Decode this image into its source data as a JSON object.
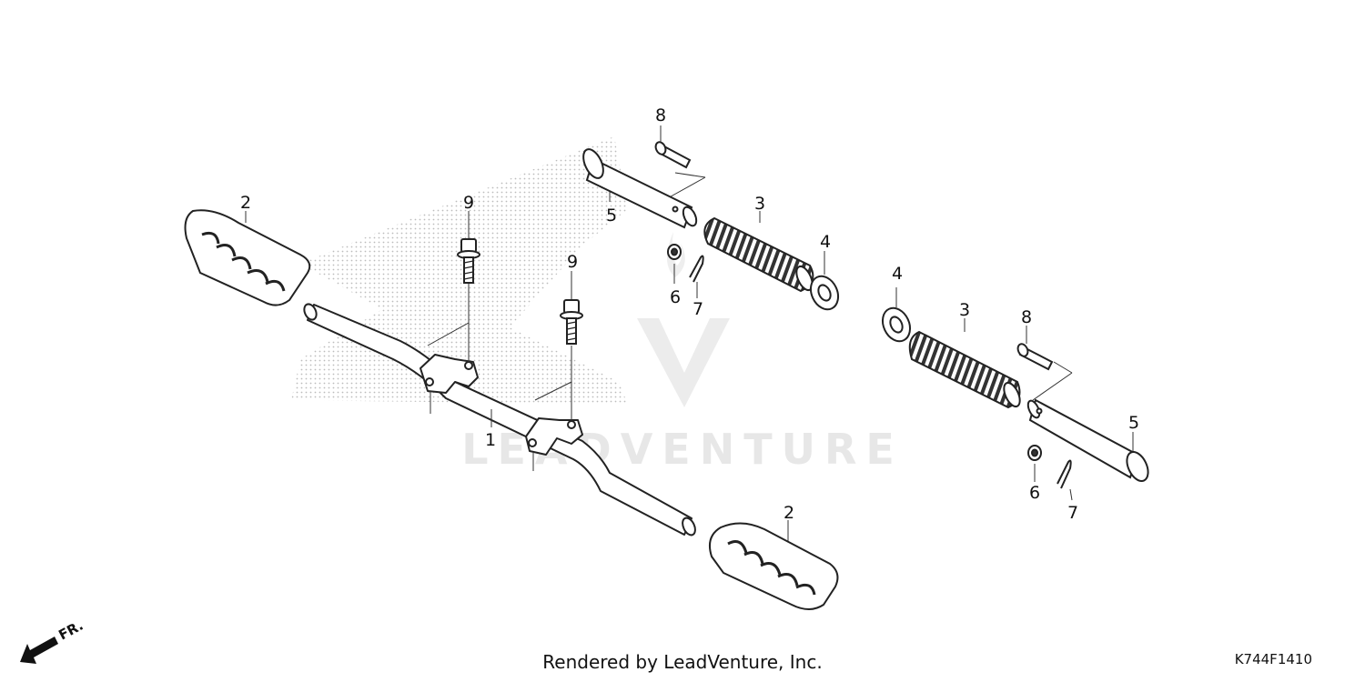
{
  "watermark": {
    "text": "LEADVENTURE"
  },
  "footer": {
    "rendered_by": "Rendered by LeadVenture, Inc.",
    "diagram_code": "K744F1410"
  },
  "direction_indicator": {
    "label": "FR."
  },
  "callouts": {
    "part_1": "1",
    "part_2_left": "2",
    "part_2_right": "2",
    "part_3_left": "3",
    "part_3_right": "3",
    "part_4_left": "4",
    "part_4_right": "4",
    "part_5_left": "5",
    "part_5_right": "5",
    "part_6_left": "6",
    "part_6_right": "6",
    "part_7_left": "7",
    "part_7_right": "7",
    "part_8_left": "8",
    "part_8_right": "8",
    "part_9_left": "9",
    "part_9_right": "9"
  },
  "colors": {
    "line": "#222222",
    "stipple": "#b5b5b5",
    "watermark": "#e7e7e7"
  }
}
